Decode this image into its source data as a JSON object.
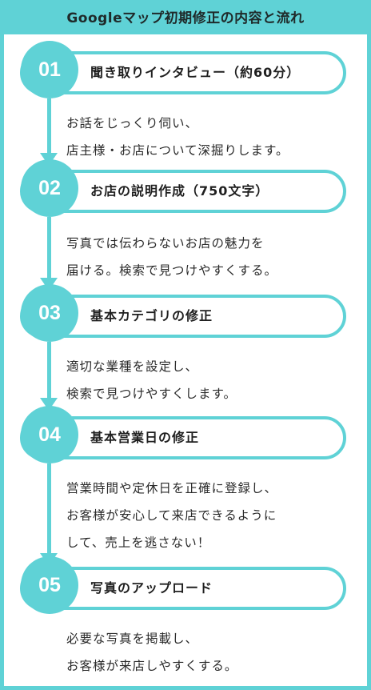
{
  "header": {
    "title": "Googleマップ初期修正の内容と流れ"
  },
  "steps": [
    {
      "num": "01",
      "title": "聞き取りインタビュー（約60分）",
      "desc": [
        "お話をじっくり伺い、",
        "店主様・お店について深掘りします。"
      ]
    },
    {
      "num": "02",
      "title": "お店の説明作成（750文字）",
      "desc": [
        "写真では伝わらないお店の魅力を",
        "届ける。検索で見つけやすくする。"
      ]
    },
    {
      "num": "03",
      "title": "基本カテゴリの修正",
      "desc": [
        "適切な業種を設定し、",
        "検索で見つけやすくします。"
      ]
    },
    {
      "num": "04",
      "title": "基本営業日の修正",
      "desc": [
        "営業時間や定休日を正確に登録し、",
        "お客様が安心して来店できるように",
        "して、売上を逃さない！"
      ]
    },
    {
      "num": "05",
      "title": "写真のアップロード",
      "desc": [
        "必要な写真を掲載し、",
        "お客様が来店しやすくする。"
      ]
    }
  ],
  "colors": {
    "accent": "#5fd2d6",
    "text": "#1f1f1f"
  }
}
